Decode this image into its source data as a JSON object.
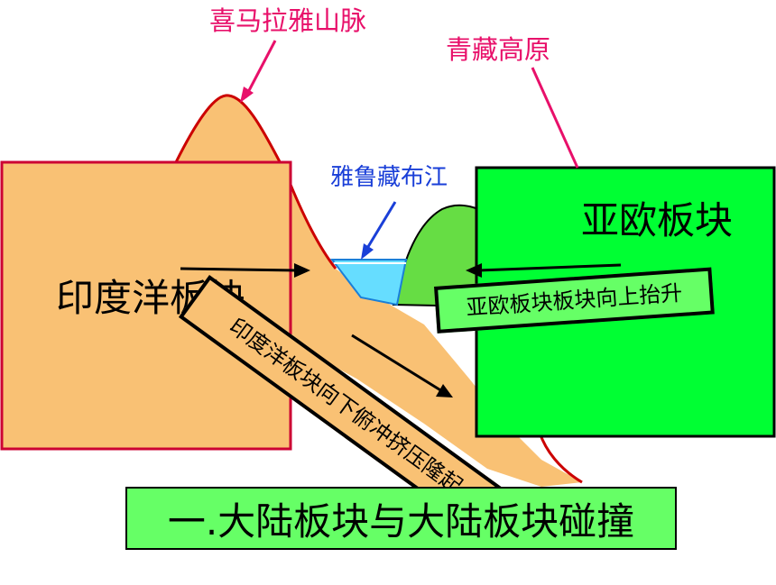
{
  "labels": {
    "himalaya": "喜马拉雅山脉",
    "tibet_plateau": "青藏高原",
    "yarlung_river": "雅鲁藏布江",
    "indian_plate": "印度洋板块",
    "eurasian_plate": "亚欧板块"
  },
  "annotations": {
    "eurasian_uplift": "亚欧板块板块向上抬升",
    "indian_subduction": "印度洋板块向下俯冲挤压隆起"
  },
  "title": "一.大陆板块与大陆板块碰撞",
  "colors": {
    "indian_plate": "#f9c174",
    "eurasian_plate": "#00ff33",
    "green_box": "#66ff66",
    "river": "#66ddff",
    "pointer_pink": "#e8106a",
    "pointer_blue": "#1a3fd8",
    "outline_red": "#cc0000"
  }
}
